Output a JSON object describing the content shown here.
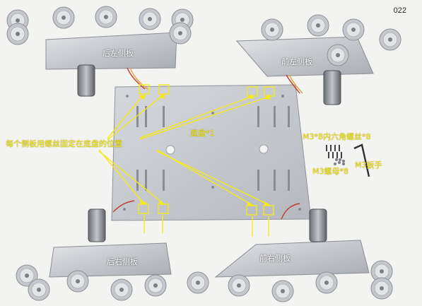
{
  "page_number": "022",
  "panel_labels": {
    "rear_left": "后左侧板",
    "front_left": "前左侧板",
    "rear_right": "后右侧板",
    "front_right": "前右侧板"
  },
  "chassis_label": "底盘*1",
  "callout_text": "每个侧板用螺丝固定在底盘的位置",
  "parts": {
    "screws": "M3*8内六角螺丝*8",
    "nuts": "M3螺母*8",
    "wrench": "M3扳手"
  },
  "colors": {
    "highlight": "#f5ea16",
    "label_text": "#ffffff",
    "background": "#f3f3f1",
    "aluminum": "#c9ccd0"
  }
}
